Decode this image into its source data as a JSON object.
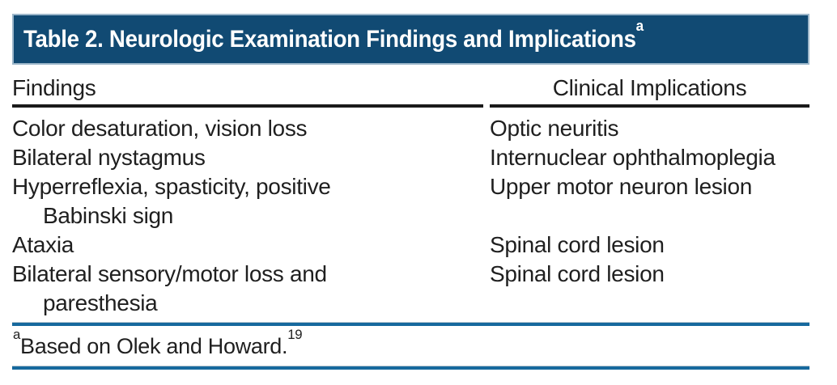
{
  "table": {
    "title": "Table 2. Neurologic Examination Findings and Implications",
    "title_superscript": "a",
    "columns": [
      "Findings",
      "Clinical Implications"
    ],
    "rows": [
      {
        "findings_lines": [
          "Color desaturation, vision loss"
        ],
        "implication": "Optic neuritis"
      },
      {
        "findings_lines": [
          "Bilateral nystagmus"
        ],
        "implication": "Internuclear ophthalmoplegia"
      },
      {
        "findings_lines": [
          "Hyperreflexia, spasticity, positive",
          "Babinski sign"
        ],
        "implication": "Upper motor neuron lesion"
      },
      {
        "findings_lines": [
          "Ataxia"
        ],
        "implication": "Spinal cord lesion"
      },
      {
        "findings_lines": [
          "Bilateral sensory/motor loss and",
          "paresthesia"
        ],
        "implication": "Spinal cord lesion"
      }
    ],
    "footnote": {
      "marker": "a",
      "text": "Based on Olek and Howard.",
      "reference": "19"
    }
  },
  "colors": {
    "header_bg": "#114a73",
    "header_edge": "#9db7ca",
    "rule_blue": "#16699e",
    "rule_black": "#1a1a1a",
    "text": "#1f1f1f"
  }
}
